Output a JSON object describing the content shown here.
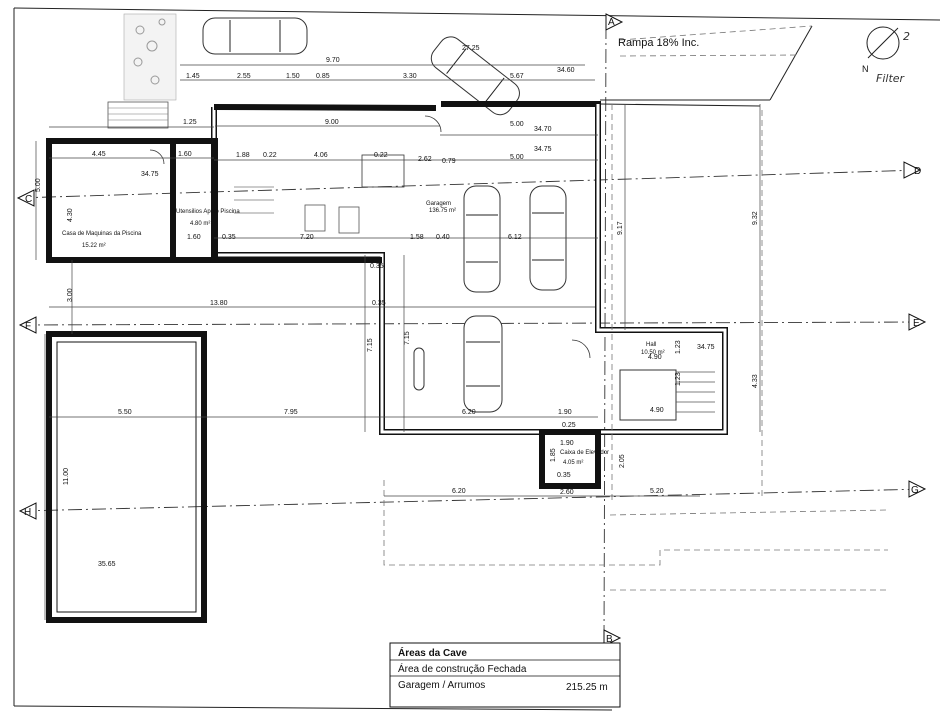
{
  "title_block": {
    "heading": "Áreas da Cave",
    "row1": "Área de construção Fechada",
    "row2_label": "Garagem / Arrumos",
    "row2_value": "215.25 m"
  },
  "rooms": {
    "garage_name": "Garagem",
    "garage_area": "136.75 m²",
    "storage_name": "Casa de Maquinas da Piscina",
    "storage_area": "15.22 m²",
    "utility_name": "Utensilios Apoio Piscina",
    "utility_area": "4.80 m²",
    "hall_name": "Hall",
    "hall_area": "10.50 m²",
    "elevator_name": "Caixa de Elevador",
    "elevator_area": "4.05 m²"
  },
  "axes": {
    "A": "A",
    "B": "B",
    "C": "C",
    "D": "D",
    "E": "E",
    "F": "F",
    "G": "G",
    "H": "H"
  },
  "annotations": {
    "ramp": "Rampa 18% Inc.",
    "north": "N",
    "sheet_num": "2",
    "signature": "Filter"
  },
  "levels": {
    "lv1": "34.75",
    "lv2": "34.60",
    "lv3": "34.70",
    "lv4": "34.75",
    "lv5": "34.75",
    "lv6": "35.65",
    "lv7": "27.25"
  },
  "dimensions": {
    "d_970": "9.70",
    "d_145a": "1.45",
    "d_255": "2.55",
    "d_150": "1.50",
    "d_085": "0.85",
    "d_330": "3.30",
    "d_567": "5.67",
    "d_900": "9.00",
    "d_125": "1.25",
    "d_445": "4.45",
    "d_160": "1.60",
    "d_188": "1.88",
    "d_022a": "0.22",
    "d_406": "4.06",
    "d_022b": "0.22",
    "d_262": "2.62",
    "d_079": "0.79",
    "d_500a": "5.00",
    "d_500b": "5.00",
    "d_500c": "5.00",
    "d_430": "4.30",
    "d_035a": "0.35",
    "d_160b": "1.60",
    "d_720": "7.20",
    "d_158": "1.58",
    "d_040": "0.40",
    "d_612": "6.12",
    "d_300": "3.00",
    "d_1380": "13.80",
    "d_035b": "0.35",
    "d_035c": "0.35",
    "d_715a": "7.15",
    "d_715b": "7.15",
    "d_550": "5.50",
    "d_795": "7.95",
    "d_620a": "6.20",
    "d_190a": "1.90",
    "d_025": "0.25",
    "d_190b": "1.90",
    "d_185": "1.85",
    "d_620b": "6.20",
    "d_260": "2.60",
    "d_520": "5.20",
    "d_1100": "11.00",
    "d_917": "9.17",
    "d_932": "9.32",
    "d_433": "4.33",
    "d_490a": "4.90",
    "d_490b": "4.90",
    "d_123a": "1.23",
    "d_123b": "1.23",
    "d_205": "2.05",
    "d_035d": "0.35"
  }
}
